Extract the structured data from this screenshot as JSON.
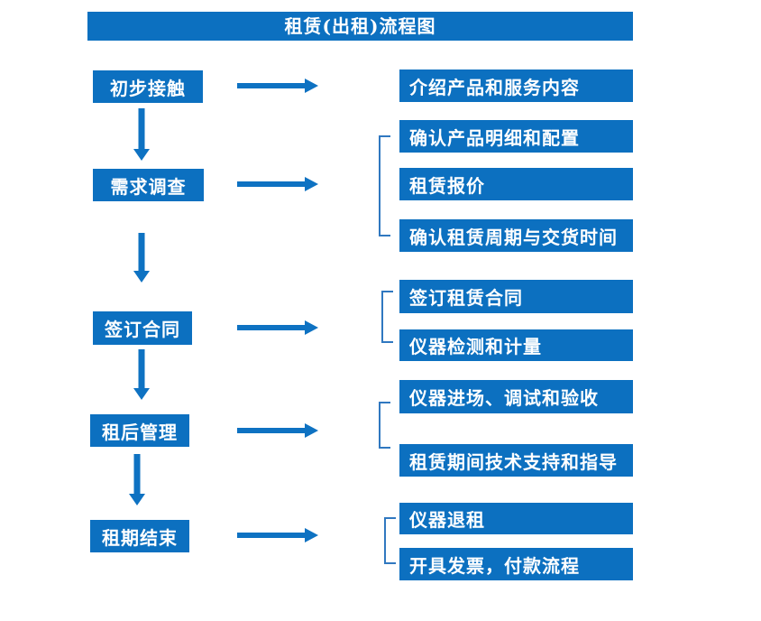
{
  "title": "租赁(出租)流程图",
  "colors": {
    "box_fill": "#0c70c0",
    "arrow": "#0e72c2",
    "bracket": "#3078c0",
    "text": "#ffffff",
    "background": "#ffffff"
  },
  "stages": [
    {
      "label": "初步接触",
      "outputs": [
        "介绍产品和服务内容"
      ]
    },
    {
      "label": "需求调查",
      "outputs": [
        "确认产品明细和配置",
        "租赁报价",
        "确认租赁周期与交货时间"
      ]
    },
    {
      "label": "签订合同",
      "outputs": [
        "签订租赁合同",
        "仪器检测和计量"
      ]
    },
    {
      "label": "租后管理",
      "outputs": [
        "仪器进场、调试和验收",
        "租赁期间技术支持和指导"
      ]
    },
    {
      "label": "租期结束",
      "outputs": [
        "仪器退租",
        "开具发票，付款流程"
      ]
    }
  ]
}
